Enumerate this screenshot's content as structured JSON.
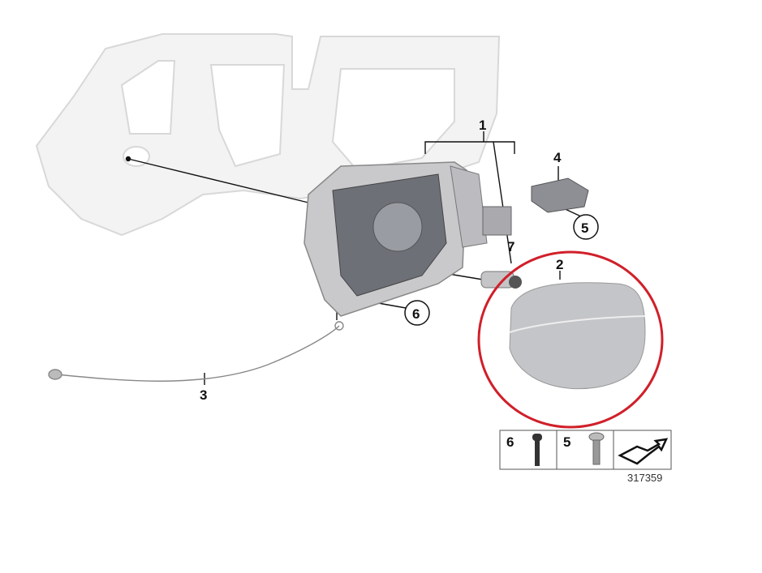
{
  "diagram": {
    "callouts": [
      {
        "id": "1",
        "text": "1"
      },
      {
        "id": "2",
        "text": "2"
      },
      {
        "id": "3",
        "text": "3"
      },
      {
        "id": "4",
        "text": "4"
      },
      {
        "id": "5",
        "text": "5"
      },
      {
        "id": "6",
        "text": "6"
      },
      {
        "id": "7",
        "text": "7"
      }
    ],
    "legend": {
      "items": [
        {
          "number": "6",
          "part": "bolt"
        },
        {
          "number": "5",
          "part": "screw"
        }
      ],
      "arrow_icon": "direction-arrow-icon"
    },
    "diagram_number": "317359",
    "highlight_color": "#d0202a"
  }
}
